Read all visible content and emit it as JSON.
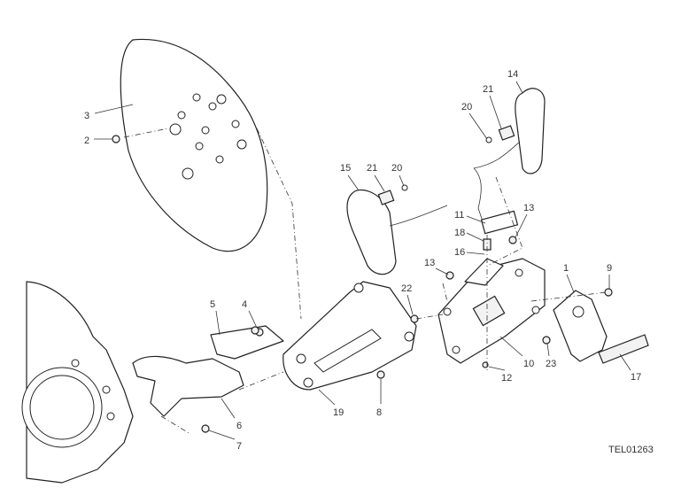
{
  "diagram": {
    "callouts": {
      "c3": "3",
      "c2": "2",
      "c14": "14",
      "c21a": "21",
      "c20a": "20",
      "c15": "15",
      "c21b": "21",
      "c20b": "20",
      "c11": "11",
      "c13a": "13",
      "c18": "18",
      "c16": "16",
      "c13b": "13",
      "c1": "1",
      "c9": "9",
      "c22": "22",
      "c5": "5",
      "c4": "4",
      "c10": "10",
      "c23": "23",
      "c12": "12",
      "c17": "17",
      "c19": "19",
      "c8": "8",
      "c6": "6",
      "c7": "7"
    },
    "drawing_code": "TEL01263"
  }
}
